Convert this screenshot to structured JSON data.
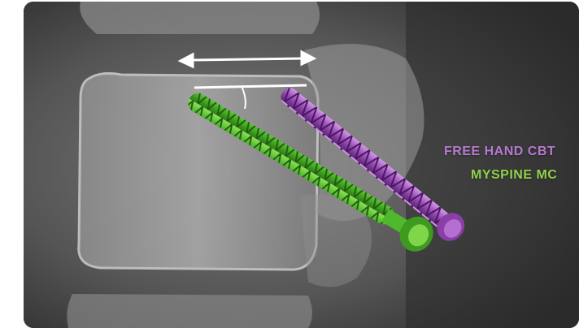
{
  "image": {
    "subject": "Lateral lumbar spine x-ray with two pedicle screw trajectories overlaid",
    "background_color": "#5a5a5a"
  },
  "labels": {
    "free_hand_cbt": "FREE HAND CBT",
    "myspine_mc": "MYSPINE MC"
  },
  "colors": {
    "green_screw": "#4fb82b",
    "purple_screw": "#9a4fb8",
    "label_purple": "#b57ad0",
    "label_green": "#8fd14a",
    "annotation_white": "#ffffff"
  },
  "annotations": {
    "arrow": "double-headed-arrow",
    "reference_line": "white-horizontal-line",
    "angle_mark": "angle-arc"
  }
}
